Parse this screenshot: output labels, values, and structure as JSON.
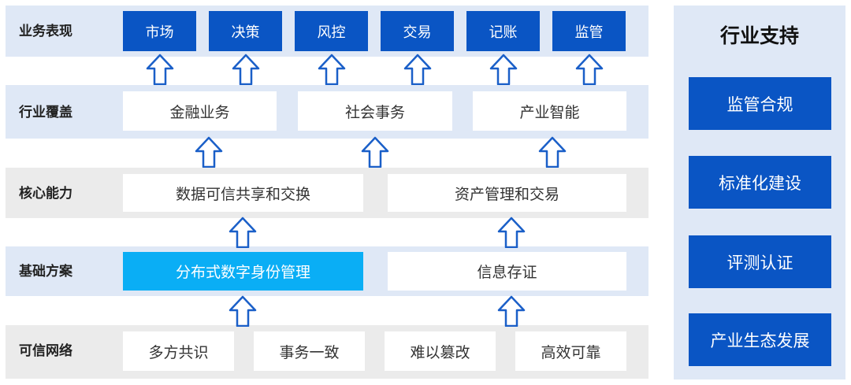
{
  "rows": {
    "business": {
      "label": "业务表现",
      "items": [
        "市场",
        "决策",
        "风控",
        "交易",
        "记账",
        "监管"
      ]
    },
    "industry": {
      "label": "行业覆盖",
      "items": [
        "金融业务",
        "社会事务",
        "产业智能"
      ]
    },
    "core": {
      "label": "核心能力",
      "items": [
        "数据可信共享和交换",
        "资产管理和交易"
      ]
    },
    "foundation": {
      "label": "基础方案",
      "items": [
        "分布式数字身份管理",
        "信息存证"
      ]
    },
    "network": {
      "label": "可信网络",
      "items": [
        "多方共识",
        "事务一致",
        "难以篡改",
        "高效可靠"
      ]
    }
  },
  "support": {
    "title": "行业支持",
    "items": [
      "监管合规",
      "标准化建设",
      "评测认证",
      "产业生态发展"
    ]
  },
  "colors": {
    "dark_blue": "#0a55c4",
    "cyan": "#0aaef5",
    "light_band": "#dfe8f6",
    "gray_band": "#ebebeb",
    "arrow": "#1a5fc8"
  }
}
